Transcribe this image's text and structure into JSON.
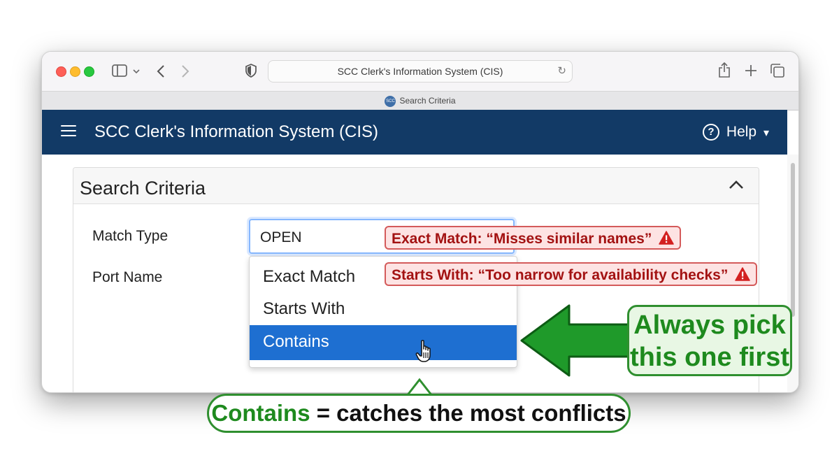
{
  "browser": {
    "address_text": "SCC Clerk's Information System (CIS)",
    "tab_title": "Search Criteria",
    "favicon_text": "SCC"
  },
  "app": {
    "title": "SCC Clerk's Information System (CIS)",
    "help_label": "Help",
    "help_caret": "▾",
    "help_icon": "?"
  },
  "search": {
    "card_title": "Search Criteria",
    "match_type_label": "Match Type",
    "port_name_label": "Port Name",
    "select_value": "OPEN",
    "options": [
      "Exact Match",
      "Starts With",
      "Contains"
    ],
    "selected_option": "Contains"
  },
  "annotations": {
    "exact_warning": "Exact Match: “Misses similar names”",
    "starts_warning": "Starts With: “Too narrow for availability checks”",
    "pick_line1": "Always pick",
    "pick_line2": "this one first",
    "bottom_highlight": "Contains",
    "bottom_rest": " = catches the most conflicts"
  },
  "colors": {
    "navbar": "#123a66",
    "selected": "#1e6fd1",
    "warning_text": "#a31212",
    "success": "#1e8a1e"
  }
}
